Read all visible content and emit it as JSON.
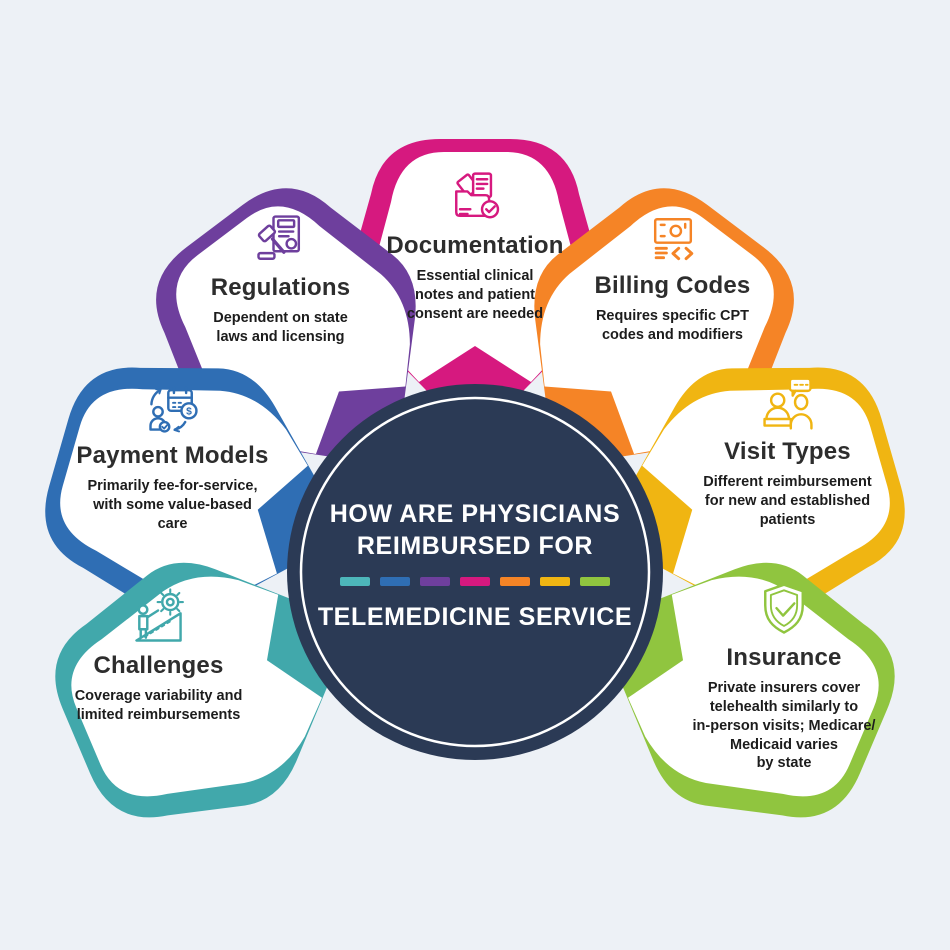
{
  "background_color": "#edf1f6",
  "center": {
    "line1": "HOW ARE PHYSICIANS",
    "line2": "REIMBURSED FOR",
    "line3": "TELEMEDICINE SERVICE",
    "circle_color": "#2b3a55",
    "ring_color": "#ffffff",
    "text_color": "#ffffff",
    "dash_colors": [
      "#4db6ba",
      "#2f6eb4",
      "#6e3f9d",
      "#d6197f",
      "#f58426",
      "#f0b512",
      "#90c53f"
    ]
  },
  "petals": [
    {
      "id": "documentation",
      "title": "Documentation",
      "description": "Essential clinical\nnotes and patient\nconsent are needed",
      "color": "#d6197f",
      "icon": "documents-folder-check-icon",
      "angle": 0
    },
    {
      "id": "regulations",
      "title": "Regulations",
      "description": "Dependent on state\nlaws and licensing",
      "color": "#6e3f9d",
      "icon": "gavel-document-icon",
      "angle": -37
    },
    {
      "id": "billing-codes",
      "title": "Billing Codes",
      "description": "Requires specific CPT\ncodes and modifiers",
      "color": "#f58426",
      "icon": "banknote-code-icon",
      "angle": 37
    },
    {
      "id": "payment-models",
      "title": "Payment Models",
      "description": "Primarily fee-for-service,\nwith some value-based\ncare",
      "color": "#2f6eb4",
      "icon": "payment-cycle-calendar-icon",
      "angle": -74
    },
    {
      "id": "visit-types",
      "title": "Visit Types",
      "description": "Different reimbursement\nfor new and established\npatients",
      "color": "#f0b512",
      "icon": "doctor-patient-chat-icon",
      "angle": 74
    },
    {
      "id": "challenges",
      "title": "Challenges",
      "description": "Coverage variability and\nlimited reimbursements",
      "color": "#41a8ab",
      "icon": "person-pushing-gear-icon",
      "angle": -113
    },
    {
      "id": "insurance",
      "title": "Insurance",
      "description": "Private insurers cover\ntelehealth similarly to\nin-person visits; Medicare/\nMedicaid varies\nby state",
      "color": "#90c53f",
      "icon": "shield-check-icon",
      "angle": 113
    }
  ]
}
